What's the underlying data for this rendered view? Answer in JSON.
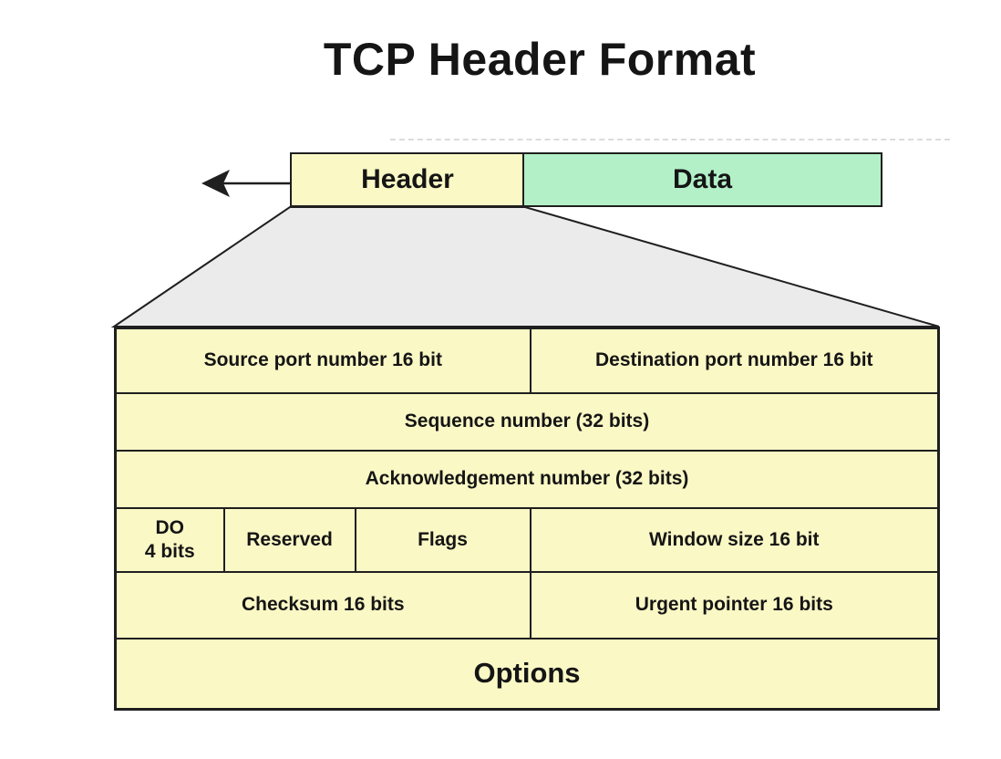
{
  "title": "TCP Header Format",
  "colors": {
    "header_fill": "#FAF8C5",
    "data_fill": "#B3F0C8",
    "funnel_fill": "#EBEBEB",
    "border": "#1F1F1F",
    "text": "#151515",
    "guide": "#DCDCDC"
  },
  "segment_bar": {
    "header_label": "Header",
    "data_label": "Data"
  },
  "icons": {
    "arrow_left": "left-arrow"
  },
  "header_table": {
    "rows": [
      {
        "cells": [
          {
            "label": "Source port number 16 bit",
            "span": 3
          },
          {
            "label": "Destination port number 16 bit",
            "span": 1
          }
        ]
      },
      {
        "cells": [
          {
            "label": "Sequence number (32 bits)",
            "span": 4
          }
        ]
      },
      {
        "cells": [
          {
            "label": "Acknowledgement number (32 bits)",
            "span": 4
          }
        ]
      },
      {
        "cells": [
          {
            "label": "DO\n4 bits",
            "span": 1
          },
          {
            "label": "Reserved",
            "span": 1
          },
          {
            "label": "Flags",
            "span": 1
          },
          {
            "label": "Window size 16 bit",
            "span": 1
          }
        ]
      },
      {
        "cells": [
          {
            "label": "Checksum 16 bits",
            "span": 3
          },
          {
            "label": "Urgent pointer 16 bits",
            "span": 1
          }
        ]
      },
      {
        "cells": [
          {
            "label": "Options",
            "span": 4
          }
        ]
      }
    ]
  }
}
